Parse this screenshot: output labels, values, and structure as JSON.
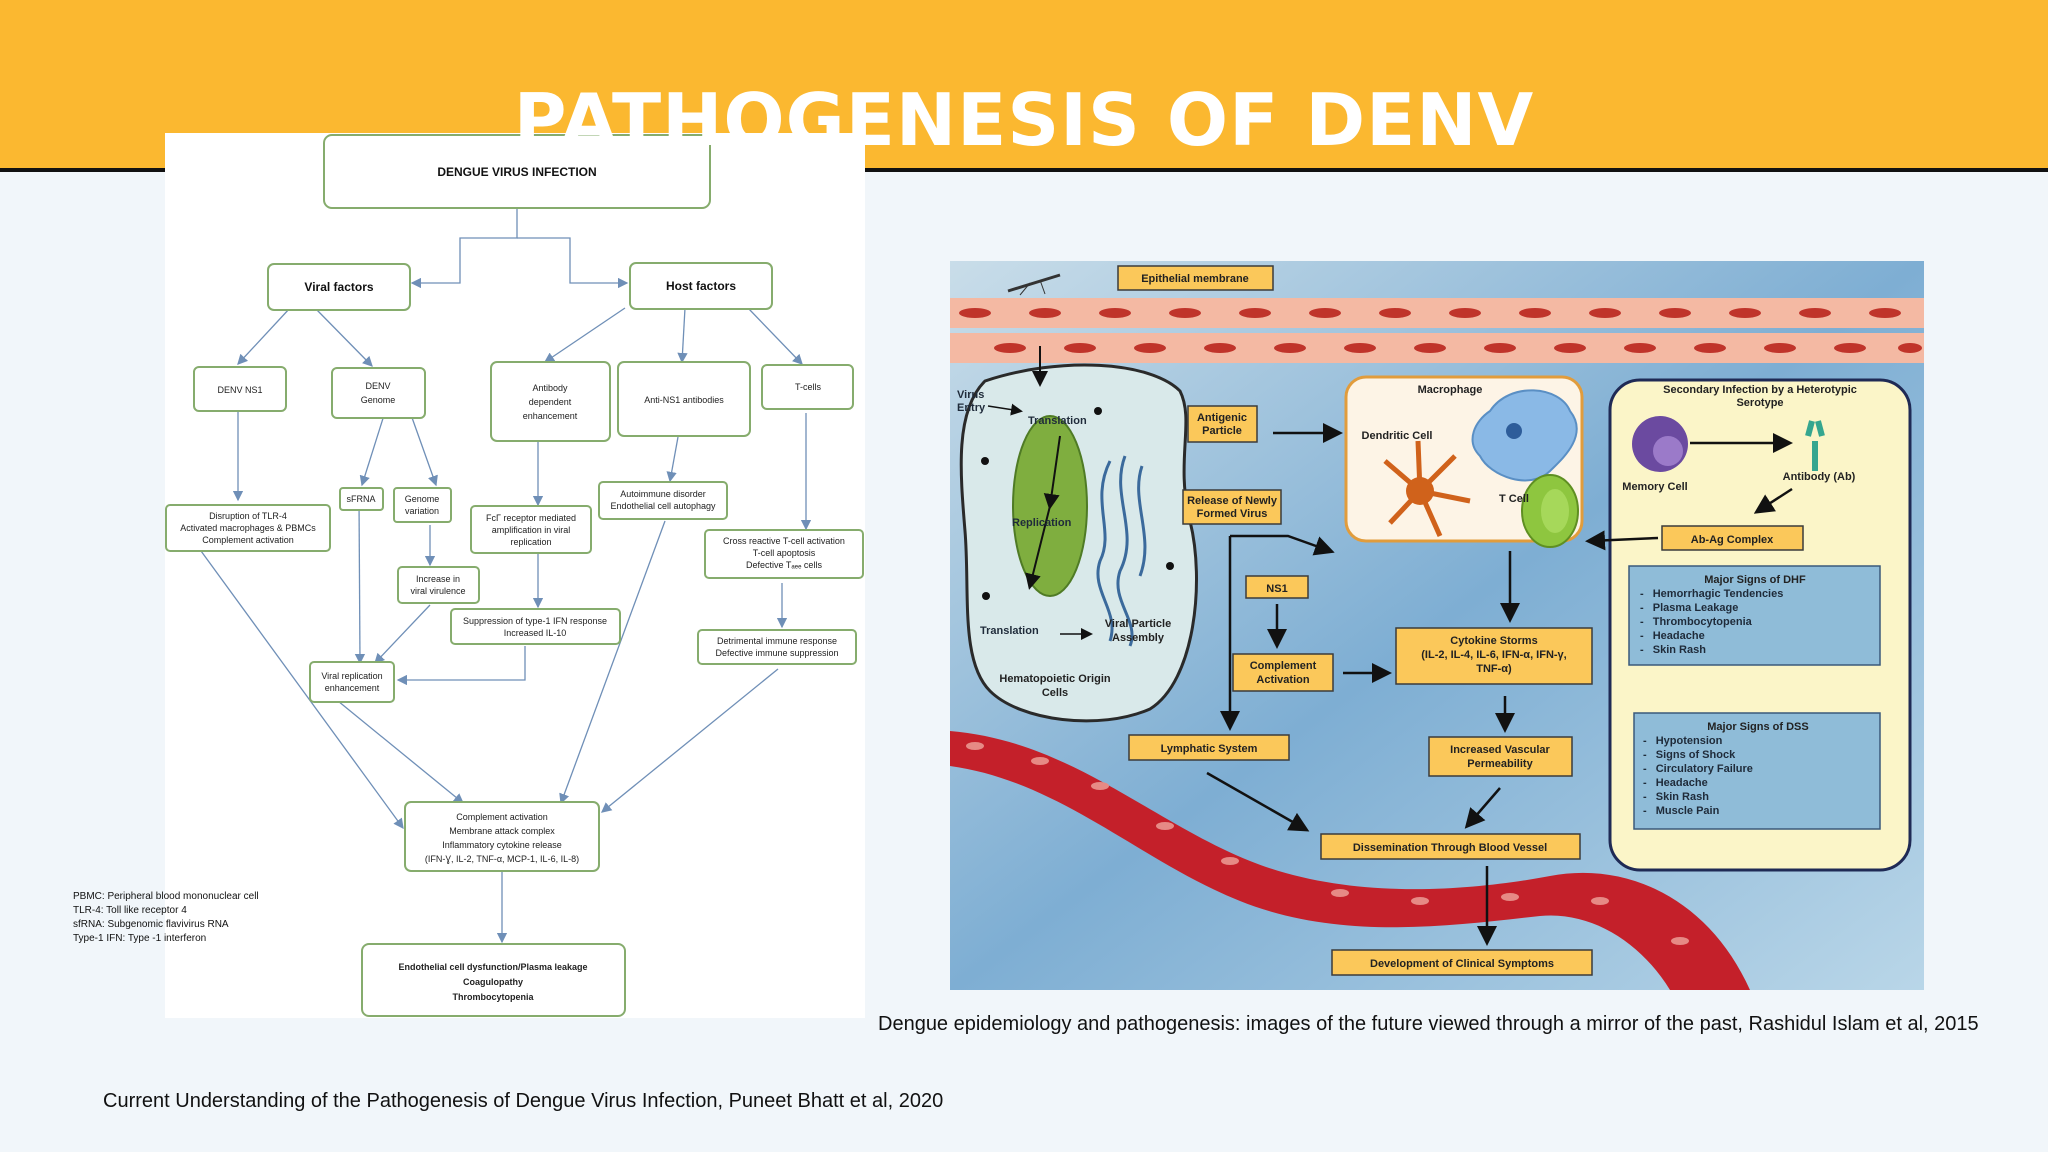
{
  "title": "PATHOGENESIS OF DENV",
  "left_diagram": {
    "root": "DENGUE VIRUS INFECTION",
    "viral_factors": "Viral factors",
    "host_factors": "Host factors",
    "denv_ns1": "DENV NS1",
    "denv_genome": [
      "DENV",
      "Genome"
    ],
    "ade": [
      "Antibody",
      "dependent",
      "enhancement"
    ],
    "anti_ns1": "Anti-NS1 antibodies",
    "t_cells": "T-cells",
    "tlr4": [
      "Disruption of TLR-4",
      "Activated macrophages & PBMCs",
      "Complement activation"
    ],
    "sfrna": "sFRNA",
    "genome_variation": [
      "Genome",
      "variation"
    ],
    "fc_receptor": [
      "FcΓ receptor mediated",
      "amplification in viral",
      "replication"
    ],
    "autoimmune": [
      "Autoimmune disorder",
      "Endothelial cell autophagy"
    ],
    "cross_reactive": [
      "Cross reactive T-cell activation",
      "T-cell apoptosis",
      "Defective Tₐₑₑ cells"
    ],
    "increase_virulence": [
      "Increase in",
      "viral virulence"
    ],
    "suppression_ifn": [
      "Suppression of type-1 IFN response",
      "Increased IL-10"
    ],
    "detrimental": [
      "Detrimental immune response",
      "Defective immune suppression"
    ],
    "viral_replication": [
      "Viral replication",
      "enhancement"
    ],
    "complement": [
      "Complement activation",
      "Membrane attack complex",
      "Inflammatory cytokine release",
      "(IFN-Ɣ, IL-2, TNF-α, MCP-1, IL-6, IL-8)"
    ],
    "final": [
      "Endothelial cell dysfunction/Plasma leakage",
      "Coagulopathy",
      "Thrombocytopenia"
    ]
  },
  "abbreviations": [
    "PBMC: Peripheral blood mononuclear cell",
    "TLR-4: Toll like receptor 4",
    "sfRNA: Subgenomic flavivirus RNA",
    "Type-1 IFN: Type -1 interferon"
  ],
  "right_diagram": {
    "epithelial": "Epithelial membrane",
    "virus_entry": [
      "Virus",
      "Entry"
    ],
    "translation_top": "Translation",
    "replication": "Replication",
    "translation_bottom": "Translation",
    "viral_particle": [
      "Viral Particle",
      "Assembly"
    ],
    "hematopoietic": [
      "Hematopoietic Origin",
      "Cells"
    ],
    "antigenic": [
      "Antigenic",
      "Particle"
    ],
    "release": [
      "Release of Newly",
      "Formed Virus"
    ],
    "ns1": "NS1",
    "complement": [
      "Complement",
      "Activation"
    ],
    "lymphatic": "Lymphatic System",
    "macrophage": "Macrophage",
    "dendritic": "Dendritic Cell",
    "t_cell": "T Cell",
    "cytokine": [
      "Cytokine Storms",
      "(IL-2, IL-4, IL-6, IFN-α, IFN-γ,",
      "TNF-α)"
    ],
    "vascular": [
      "Increased Vascular",
      "Permeability"
    ],
    "dissemination": "Dissemination Through Blood Vessel",
    "clinical": "Development of Clinical Symptoms",
    "secondary": [
      "Secondary Infection by a Heterotypic",
      "Serotype"
    ],
    "memory_cell": "Memory Cell",
    "antibody": "Antibody (Ab)",
    "abag": "Ab-Ag Complex",
    "dhf_title": "Major Signs of DHF",
    "dhf_items": [
      "Hemorrhagic Tendencies",
      "Plasma Leakage",
      "Thrombocytopenia",
      "Headache",
      "Skin Rash"
    ],
    "dss_title": "Major Signs of DSS",
    "dss_items": [
      "Hypotension",
      "Signs of Shock",
      "Circulatory Failure",
      "Headache",
      "Skin Rash",
      "Muscle Pain"
    ]
  },
  "captions": {
    "right": "Dengue epidemiology and pathogenesis: images of the future viewed through a mirror of the past, Rashidul Islam et al, 2015",
    "left": "Current Understanding of the Pathogenesis of Dengue Virus Infection, Puneet Bhatt et al, 2020"
  },
  "colors": {
    "banner": "#fbb830",
    "background": "#f1f6fa",
    "box_fill": "#fbc85a",
    "box_outline_green": "#86ac6d"
  }
}
